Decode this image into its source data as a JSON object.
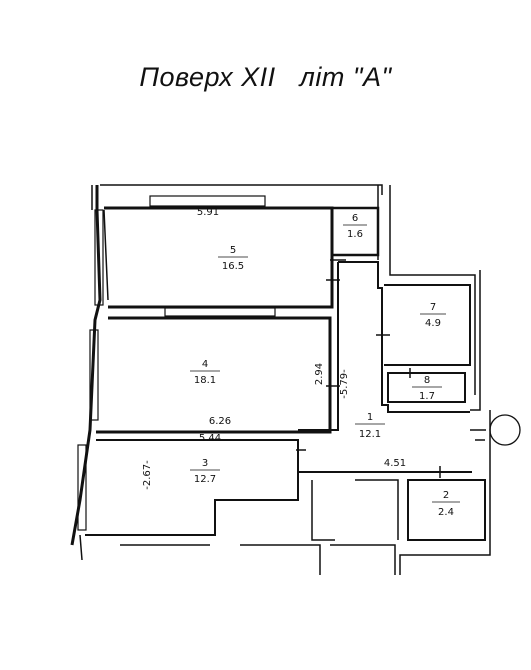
{
  "title": "Поверх XII   літ \"А\"",
  "rooms": [
    {
      "number": "1",
      "area": "12.1"
    },
    {
      "number": "2",
      "area": "2.4"
    },
    {
      "number": "3",
      "area": "12.7"
    },
    {
      "number": "4",
      "area": "18.1"
    },
    {
      "number": "5",
      "area": "16.5"
    },
    {
      "number": "6",
      "area": "1.6"
    },
    {
      "number": "7",
      "area": "4.9"
    },
    {
      "number": "8",
      "area": "1.7"
    }
  ],
  "dimensions": {
    "room5_width": "5.91",
    "room4_width": "6.26",
    "room3_width": "5.44",
    "room4_depth": "2.94",
    "corridor_depth": "-5.79-",
    "room3_depth": "-2.67-",
    "corridor_width": "4.51"
  }
}
